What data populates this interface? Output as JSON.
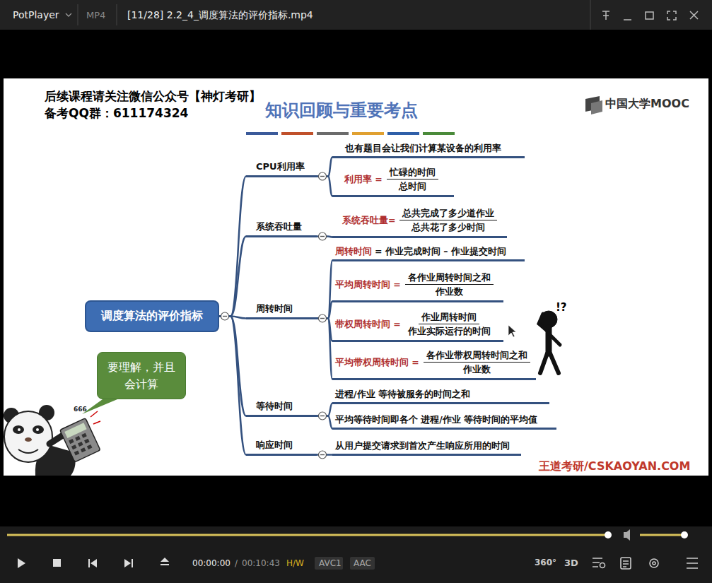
{
  "diagram": {
    "title": "知识回顾与重要考点",
    "nodes": [
      {
        "text": [
          "调度算法的评价指标"
        ]
      },
      {
        "text": [
          "CPU利用率"
        ]
      },
      {
        "text": [
          "也有题目会让我们计算某设备的利用率"
        ]
      },
      {
        "text": [
          "利用率 =",
          "忙碌的时间",
          "总时间"
        ]
      },
      {
        "text": [
          "系统吞吐量"
        ]
      },
      {
        "text": [
          "系统吞吐量=",
          "总共完成了多少道作业",
          "总共花了多少时间"
        ]
      },
      {
        "text": [
          "周转时间"
        ]
      },
      {
        "text": [
          "周转时间",
          "= 作业完成时间 – 作业提交时间"
        ]
      },
      {
        "text": [
          "平均周转时间 =",
          "各作业周转时间之和",
          "作业数"
        ]
      },
      {
        "text": [
          "带权周转时间 =",
          "作业周转时间",
          "作业实际运行的时间"
        ]
      },
      {
        "text": [
          "平均带权周转时间 =",
          "各作业带权周转时间之和",
          "作业数"
        ]
      },
      {
        "text": [
          "等待时间"
        ]
      },
      {
        "text": [
          "进程/作业 等待被服务的时间之和"
        ]
      },
      {
        "text": [
          "平均等待时间即各个 进程/作业 等待时间的平均值"
        ]
      },
      {
        "text": [
          "响应时间"
        ]
      },
      {
        "text": [
          "从用户提交请求到首次产生响应所用的时间"
        ]
      },
      {
        "text": [
          "要理解，并且会计算"
        ]
      }
    ],
    "edges": [
      {
        "from": 0,
        "to": 1,
        "arrow": "none"
      },
      {
        "from": 0,
        "to": 4,
        "arrow": "none"
      },
      {
        "from": 0,
        "to": 6,
        "arrow": "none"
      },
      {
        "from": 0,
        "to": 11,
        "arrow": "none"
      },
      {
        "from": 0,
        "to": 14,
        "arrow": "none"
      },
      {
        "from": 1,
        "to": 2,
        "arrow": "none"
      },
      {
        "from": 1,
        "to": 3,
        "arrow": "none"
      },
      {
        "from": 4,
        "to": 5,
        "arrow": "none"
      },
      {
        "from": 6,
        "to": 7,
        "arrow": "none"
      },
      {
        "from": 6,
        "to": 8,
        "arrow": "none"
      },
      {
        "from": 6,
        "to": 9,
        "arrow": "none"
      },
      {
        "from": 6,
        "to": 10,
        "arrow": "none"
      },
      {
        "from": 11,
        "to": 12,
        "arrow": "none"
      },
      {
        "from": 11,
        "to": 13,
        "arrow": "none"
      },
      {
        "from": 14,
        "to": 15,
        "arrow": "none"
      }
    ],
    "labels": [
      "PotPlayer",
      "MP4",
      "[11/28] 2.2_4_调度算法的评价指标.mp4",
      "后续课程请关注微信公众号【神灯考研】",
      "备考QQ群：611174324",
      "中国大学MOOC",
      "666",
      "!?",
      "王道考研/CSKAOYAN.COM",
      "00:00:00",
      "/",
      "00:10:43",
      "H/W",
      "AVC1",
      "AAC",
      "360°",
      "3D"
    ]
  }
}
